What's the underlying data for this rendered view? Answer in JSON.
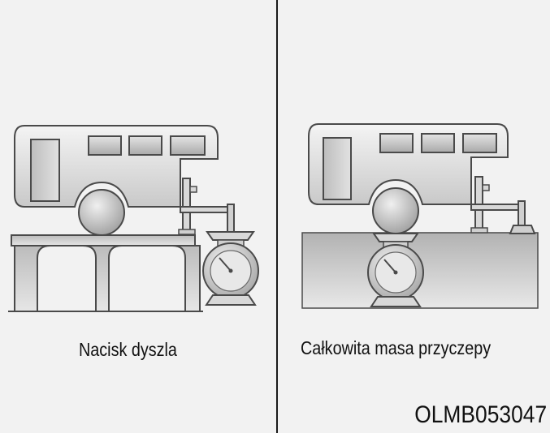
{
  "panels": {
    "left": {
      "caption": "Nacisk dyszla"
    },
    "right": {
      "caption": "Całkowita masa przyczepy"
    }
  },
  "figure_code": "OLMB053047",
  "colors": {
    "background": "#f2f2f2",
    "outline": "#4a4a4a",
    "divider": "#1a1a1a"
  }
}
